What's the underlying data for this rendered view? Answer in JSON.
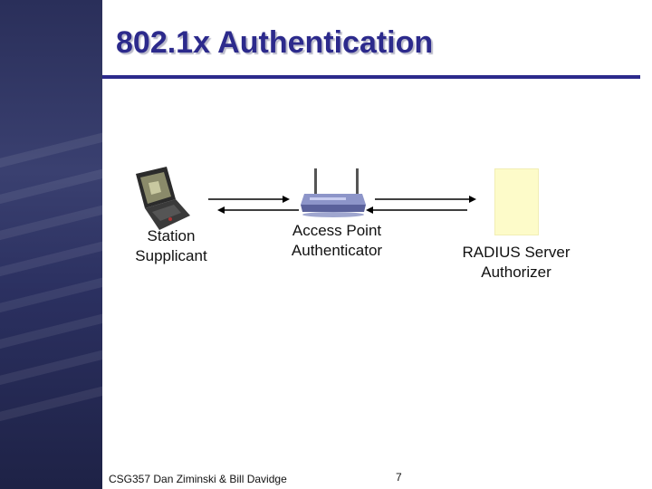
{
  "slide": {
    "title": "802.1x Authentication",
    "footer_left": "CSG357 Dan Ziminski & Bill Davidge",
    "page_number": "7"
  },
  "nodes": {
    "station": {
      "line1": "Station",
      "line2": "Supplicant",
      "icon": "laptop-icon"
    },
    "access_point": {
      "line1": "Access Point",
      "line2": "Authenticator",
      "icon": "wireless-router-icon"
    },
    "radius": {
      "line1": "RADIUS Server",
      "line2": "Authorizer",
      "icon": "server-box"
    }
  },
  "colors": {
    "title": "#2c2a8c",
    "band": "#2a2f5a",
    "server_fill": "#fdfbc9"
  }
}
